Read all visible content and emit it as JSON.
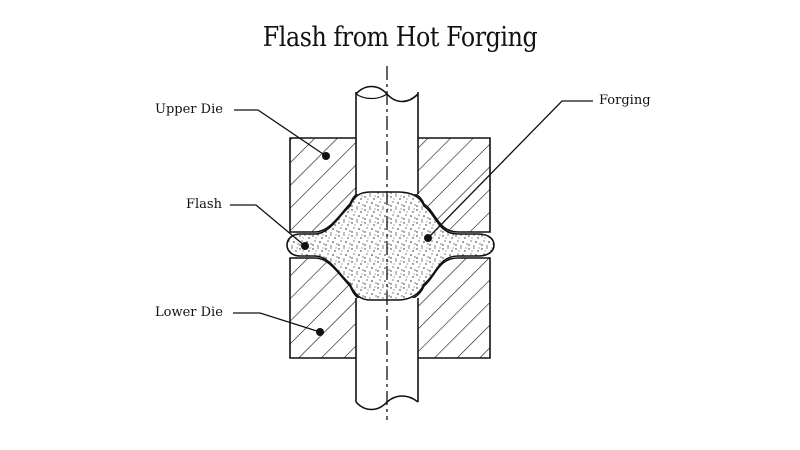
{
  "title": "Flash from Hot Forging",
  "labels": {
    "upper_die": "Upper Die",
    "flash": "Flash",
    "lower_die": "Lower Die",
    "forging": "Forging"
  },
  "colors": {
    "line": "#111111",
    "background": "#ffffff",
    "stipple": "#222222"
  }
}
